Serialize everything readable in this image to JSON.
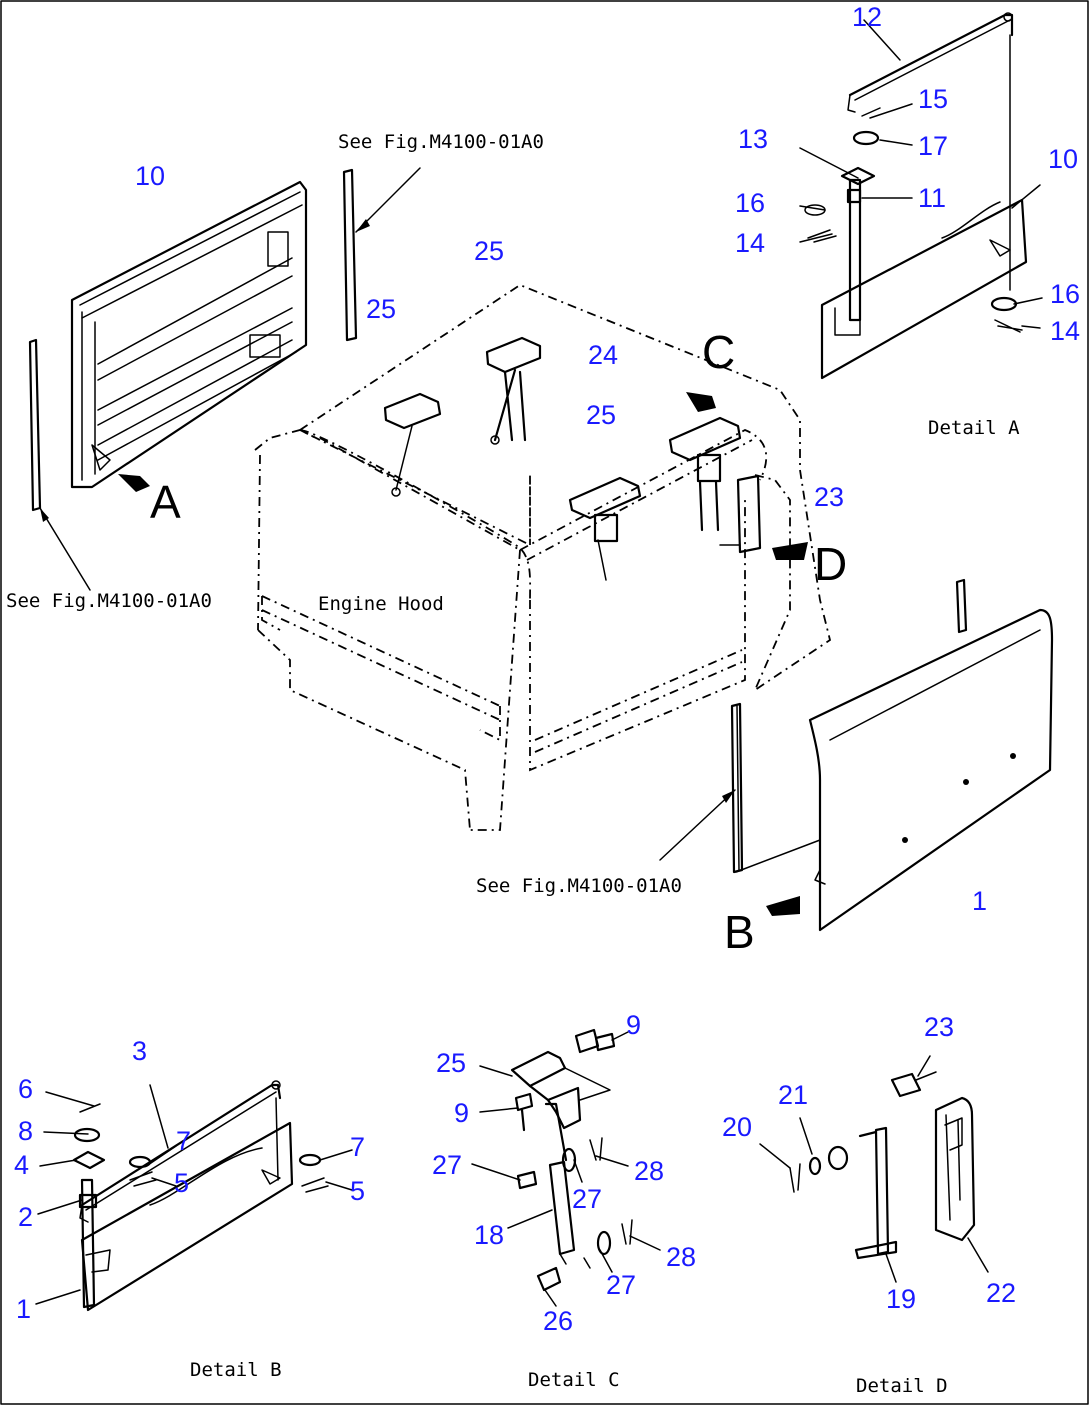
{
  "texts": {
    "ref_top": "See Fig.M4100-01A0",
    "ref_left": "See Fig.M4100-01A0",
    "ref_bottom": "See Fig.M4100-01A0",
    "engine_hood": "Engine Hood",
    "detail_a": "Detail A",
    "detail_b": "Detail B",
    "detail_c": "Detail C",
    "detail_d": "Detail D",
    "view_a": "A",
    "view_b": "B",
    "view_c": "C",
    "view_d": "D"
  },
  "parts": {
    "p1": "1",
    "p2": "2",
    "p3": "3",
    "p4": "4",
    "p5": "5",
    "p6": "6",
    "p7": "7",
    "p8": "8",
    "p9": "9",
    "p10": "10",
    "p11": "11",
    "p12": "12",
    "p13": "13",
    "p14": "14",
    "p15": "15",
    "p16": "16",
    "p17": "17",
    "p18": "18",
    "p19": "19",
    "p20": "20",
    "p21": "21",
    "p22": "22",
    "p23": "23",
    "p24": "24",
    "p25": "25",
    "p26": "26",
    "p27": "27",
    "p28": "28"
  },
  "colors": {
    "callout": "#1a1aff",
    "line": "#000000",
    "background": "#ffffff"
  }
}
